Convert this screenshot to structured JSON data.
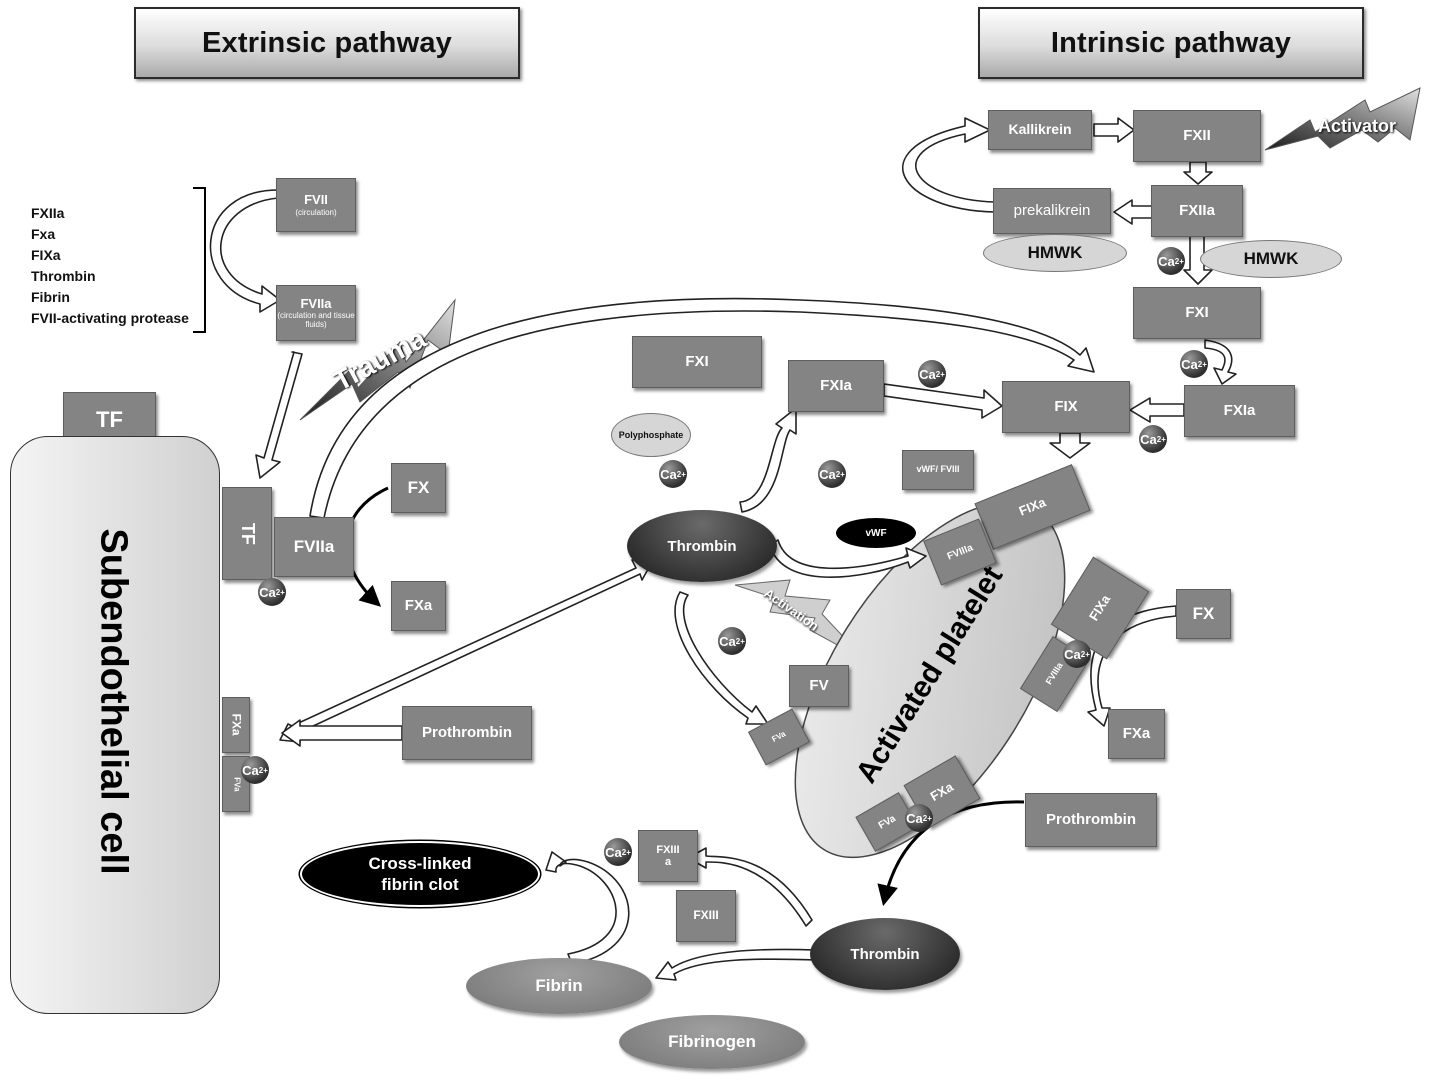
{
  "headers": {
    "extrinsic": "Extrinsic pathway",
    "intrinsic": "Intrinsic pathway"
  },
  "activators_list": [
    "FXIIa",
    "Fxa",
    "FIXa",
    "Thrombin",
    "Fibrin",
    "FVII-activating protease"
  ],
  "extrinsic": {
    "fvii": "FVII",
    "fvii_sub": "(circulation)",
    "fviia": "FVIIa",
    "fviia_sub": "(circulation and tissue fluids)",
    "trauma": "Trauma",
    "tf_top": "TF",
    "tf_side": "TF",
    "fviia_complex": "FVIIa",
    "fx": "FX",
    "fxa": "FXa",
    "cell": "Subendothelial cell",
    "cell_fxa": "FXa",
    "cell_fva": "FVa",
    "prothrombin": "Prothrombin"
  },
  "intrinsic": {
    "kallikrein": "Kallikrein",
    "fxii": "FXII",
    "activator": "Activator",
    "prekalikrein": "prekalikrein",
    "fxiia": "FXIIa",
    "hmwk_left": "HMWK",
    "hmwk_right": "HMWK",
    "fxi": "FXI",
    "fxia": "FXIa",
    "fix": "FIX"
  },
  "middle": {
    "fxi": "FXI",
    "polyphosphate": "Polyphosphate",
    "fxia": "FXIa",
    "thrombin": "Thrombin",
    "vwf_fviii": "vWF/ FVIII",
    "vwf": "vWF",
    "activation": "Activation",
    "fv": "FV",
    "fva": "FVa"
  },
  "platelet": {
    "label": "Activated platelet",
    "fixa_top": "FIXa",
    "fviiia_top": "FVIIIa",
    "fixa_right": "FIXa",
    "fviiia_right": "FVIIIa",
    "fx": "FX",
    "fxa": "FXa",
    "fxa_bottom": "FXa",
    "fva_bottom": "FVa",
    "prothrombin": "Prothrombin"
  },
  "clot": {
    "fxiiia": "FXIII a",
    "fxiii": "FXIII",
    "crosslinked": "Cross-linked fibrin clot",
    "thrombin": "Thrombin",
    "fibrin": "Fibrin",
    "fibrinogen": "Fibrinogen"
  },
  "ion": {
    "ca": "Ca",
    "charge": "2+"
  }
}
